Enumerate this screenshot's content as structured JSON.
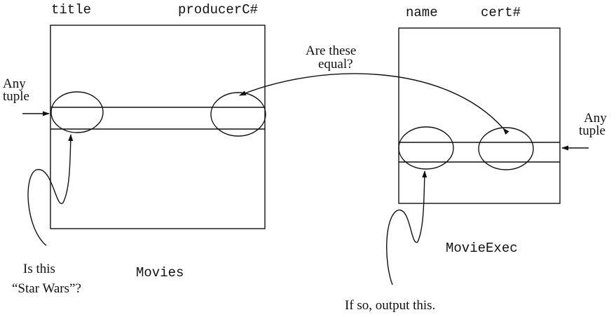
{
  "movies": {
    "columns": [
      "title",
      "producerC#"
    ],
    "name": "Movies",
    "tuple_label": [
      "Any",
      "tuple"
    ]
  },
  "movie_exec": {
    "columns": [
      "name",
      "cert#"
    ],
    "name": "MovieExec",
    "tuple_label": [
      "Any",
      "tuple"
    ]
  },
  "annotations": {
    "compare": [
      "Are these",
      "equal?"
    ],
    "title_check": [
      "Is this",
      "“Star Wars”?"
    ],
    "output": "If so, output this."
  }
}
